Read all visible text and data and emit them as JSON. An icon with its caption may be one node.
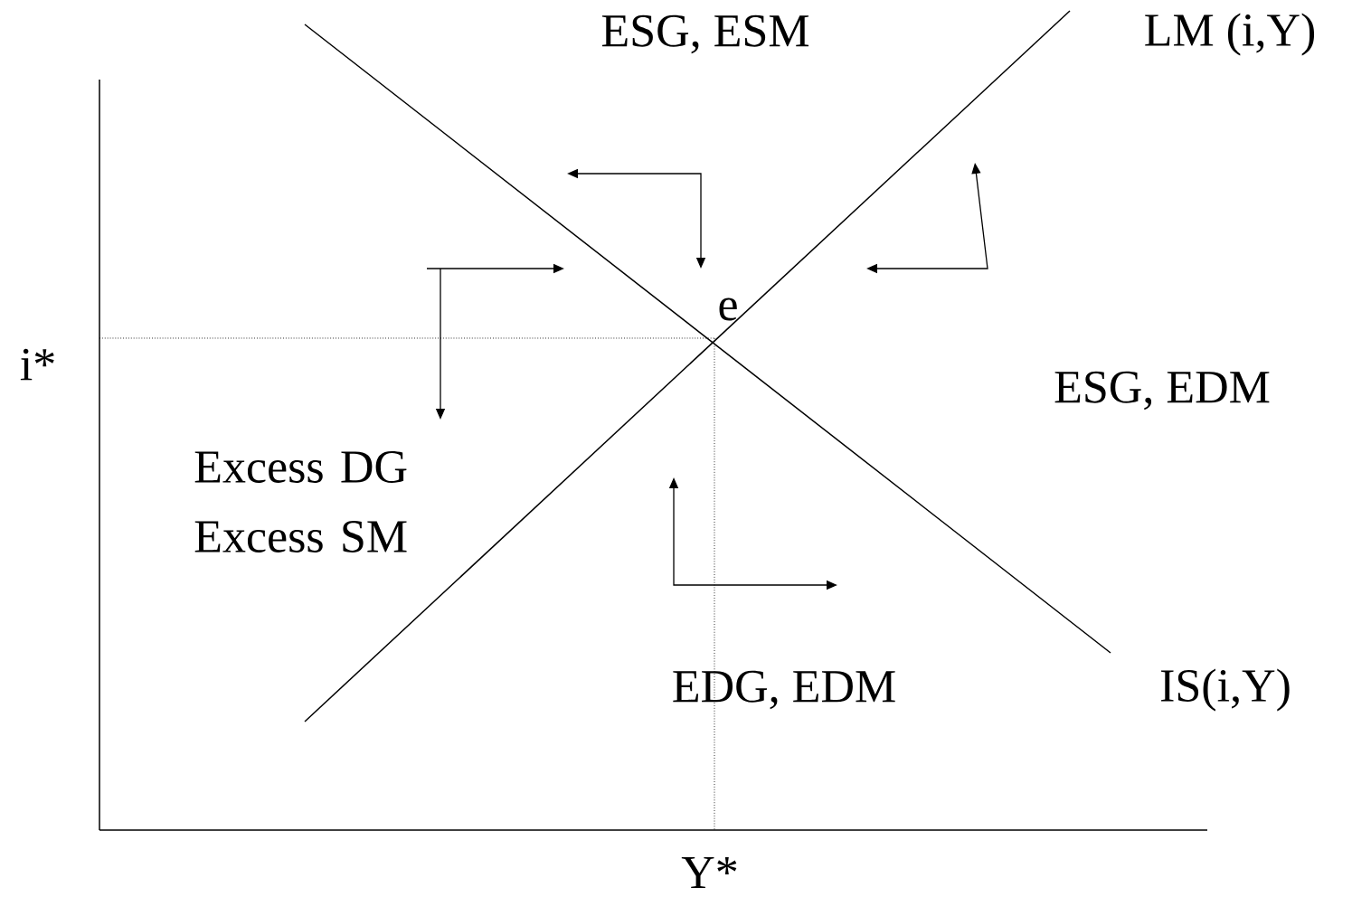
{
  "diagram": {
    "labels": [
      "ESG, ESM",
      "LM (i,Y)",
      "e",
      "i*",
      "ESG, EDM",
      "Excess DG Excess SM",
      "EDG, EDM",
      "IS(i,Y)",
      "Y*"
    ]
  }
}
